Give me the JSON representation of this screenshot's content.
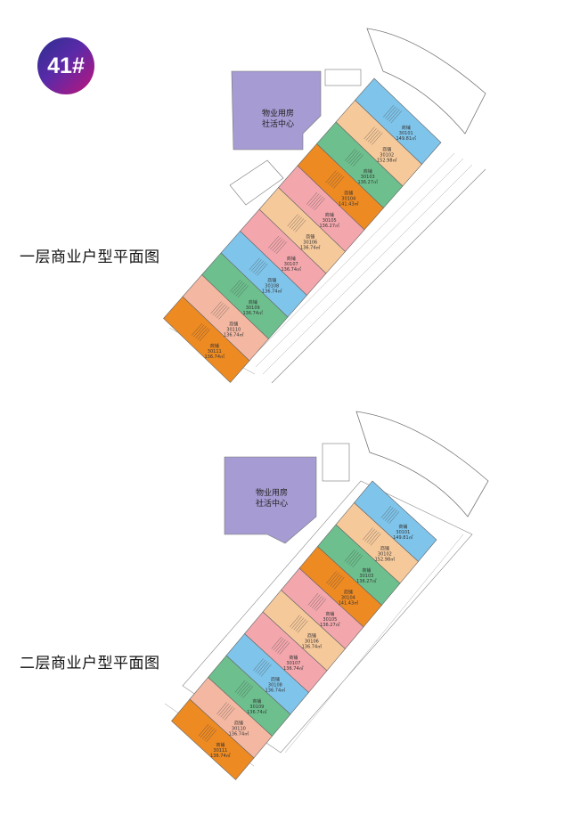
{
  "badge": "41#",
  "floor1_label": "一层商业户型平面图",
  "floor2_label": "二层商业户型平面图",
  "office_line1": "物业用房",
  "office_line2": "社活中心",
  "unit_prefix": "商铺",
  "colors": {
    "blue": "#7fc4ea",
    "peach": "#f6c99b",
    "green": "#6dc08e",
    "orange": "#ee8a22",
    "pink": "#f3a7ad",
    "salmon": "#f4b8a2",
    "lavender": "#a69bd2"
  },
  "floor1_units": [
    {
      "id": "30101",
      "area": "149.81㎡",
      "color": "blue"
    },
    {
      "id": "30102",
      "area": "152.98㎡",
      "color": "peach"
    },
    {
      "id": "30103",
      "area": "136.27㎡",
      "color": "green"
    },
    {
      "id": "30104",
      "area": "141.43㎡",
      "color": "orange"
    },
    {
      "id": "30105",
      "area": "136.27㎡",
      "color": "pink"
    },
    {
      "id": "30106",
      "area": "136.74㎡",
      "color": "peach"
    },
    {
      "id": "30107",
      "area": "136.74㎡",
      "color": "pink"
    },
    {
      "id": "30108",
      "area": "136.74㎡",
      "color": "blue"
    },
    {
      "id": "30109",
      "area": "136.74㎡",
      "color": "green"
    },
    {
      "id": "30110",
      "area": "136.74㎡",
      "color": "salmon"
    },
    {
      "id": "30111",
      "area": "136.74㎡",
      "color": "orange"
    }
  ],
  "floor2_units": [
    {
      "id": "30101",
      "area": "149.81㎡",
      "color": "blue"
    },
    {
      "id": "30102",
      "area": "152.98㎡",
      "color": "peach"
    },
    {
      "id": "30103",
      "area": "136.27㎡",
      "color": "green"
    },
    {
      "id": "30104",
      "area": "141.43㎡",
      "color": "orange"
    },
    {
      "id": "30105",
      "area": "136.27㎡",
      "color": "pink"
    },
    {
      "id": "30106",
      "area": "136.74㎡",
      "color": "peach"
    },
    {
      "id": "30107",
      "area": "136.74㎡",
      "color": "pink"
    },
    {
      "id": "30108",
      "area": "136.74㎡",
      "color": "blue"
    },
    {
      "id": "30109",
      "area": "136.74㎡",
      "color": "green"
    },
    {
      "id": "30110",
      "area": "136.74㎡",
      "color": "salmon"
    },
    {
      "id": "30111",
      "area": "136.74㎡",
      "color": "orange"
    }
  ]
}
